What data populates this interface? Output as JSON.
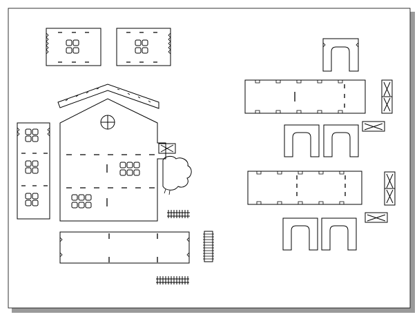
{
  "sheet": {
    "background": "#ffffff",
    "shadow_color": "#9a9a9a",
    "line_color": "#000000"
  },
  "parts": [
    "wall-panel-left-top",
    "wall-panel-right-top",
    "roof-strip",
    "house-front-facade",
    "side-wall-tall",
    "bottom-strip",
    "small-comb-vertical",
    "small-fence-horizontal",
    "arch-door-top",
    "long-panel-upper",
    "x-brace-vertical-upper",
    "x-brace-horizontal-upper",
    "arch-door-pair-upper",
    "long-panel-lower",
    "x-brace-vertical-lower",
    "x-brace-horizontal-lower",
    "arch-door-pair-lower"
  ]
}
